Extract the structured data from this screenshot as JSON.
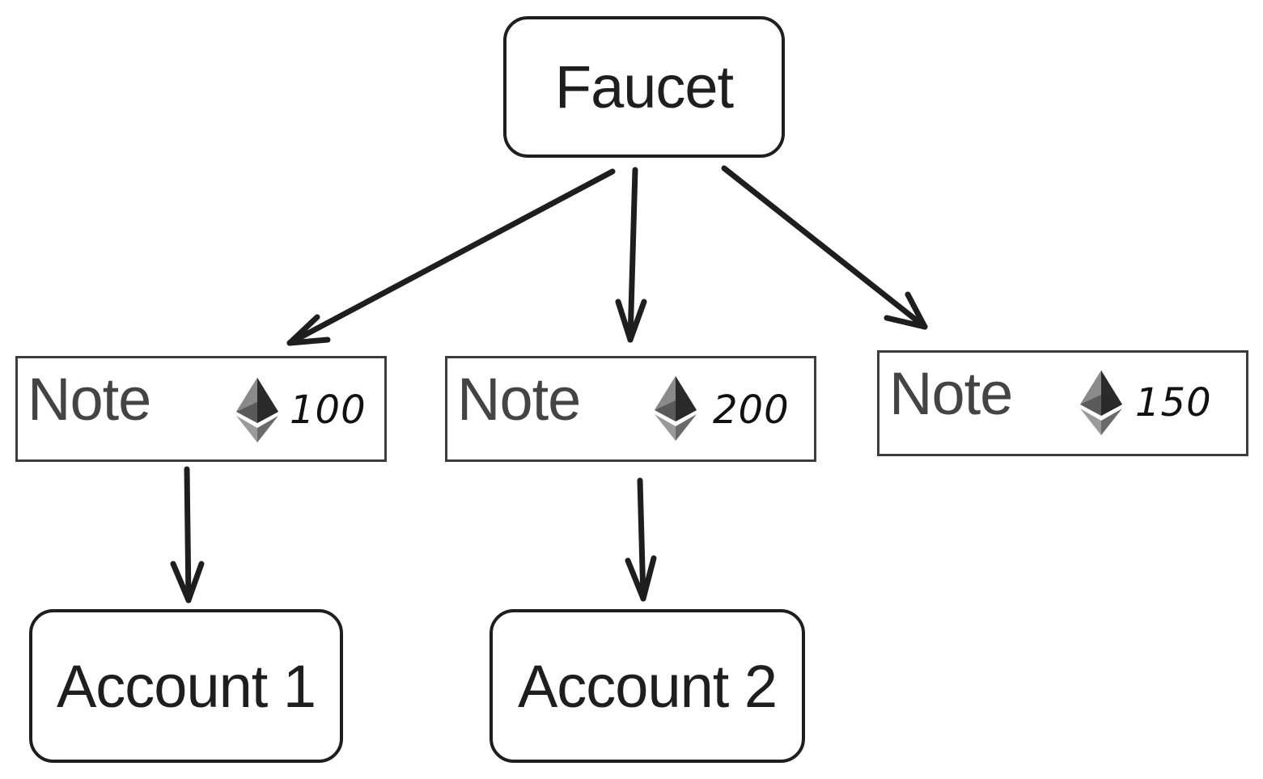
{
  "faucet": {
    "label": "Faucet"
  },
  "notes": [
    {
      "label": "Note",
      "amount": "100"
    },
    {
      "label": "Note",
      "amount": "200"
    },
    {
      "label": "Note",
      "amount": "150"
    }
  ],
  "accounts": [
    {
      "label": "Account 1"
    },
    {
      "label": "Account 2"
    }
  ],
  "icons": {
    "token": "ethereum-icon"
  },
  "colors": {
    "stroke": "#1e1e1e",
    "note_text": "#444444"
  }
}
